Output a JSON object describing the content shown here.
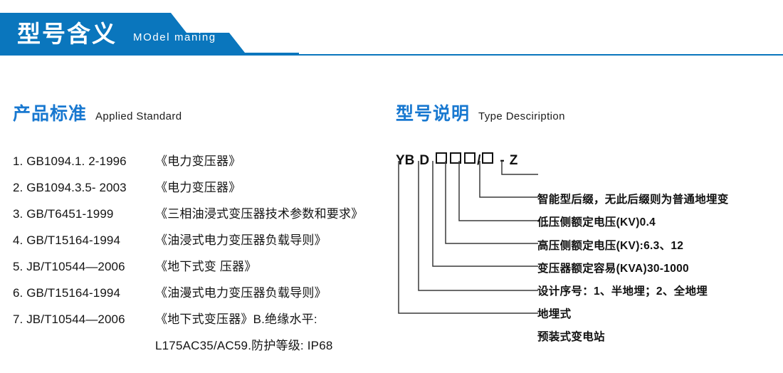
{
  "banner": {
    "title": "型号含义",
    "subtitle": "MOdel maning",
    "accent_color": "#0a76bd"
  },
  "sections": {
    "left": {
      "heading_cn": "产品标准",
      "heading_en": "Applied Standard",
      "heading_color": "#1878d0"
    },
    "right": {
      "heading_cn": "型号说明",
      "heading_en": "Type Desciription",
      "heading_color": "#1878d0"
    }
  },
  "standards": [
    {
      "index": "1.",
      "code": "GB1094.1. 2-1996",
      "name": "《电力变压器》"
    },
    {
      "index": "2.",
      "code": "GB1094.3.5- 2003",
      "name": "《电力变压器》"
    },
    {
      "index": "3.",
      "code": "GB/T6451-1999",
      "name": "《三相油浸式变压器技术参数和要求》"
    },
    {
      "index": "4.",
      "code": "GB/T15164-1994",
      "name": "《油浸式电力变压器负载导则》"
    },
    {
      "index": "5.",
      "code": "JB/T10544—2006",
      "name": "《地下式变 压器》"
    },
    {
      "index": "6.",
      "code": "GB/T15164-1994",
      "name": "《油漫式电力变压器负载导则》"
    },
    {
      "index": "7.",
      "code": "JB/T10544—2006",
      "name": "《地下式变压器》B.绝缘水平:"
    },
    {
      "index": "",
      "code": "",
      "name": "L175AC35/AC59.防护等级: IP68"
    }
  ],
  "model_code": {
    "prefix": "YB",
    "letter": "D",
    "boxes_before_slash": 3,
    "slash": "/",
    "boxes_after_slash": 1,
    "dash": "-",
    "suffix": "Z",
    "full": "YB D □□□/□ - Z"
  },
  "leader_labels": [
    {
      "id": "smart-suffix",
      "text": "智能型后缀，无此后缀则为普通地埋变"
    },
    {
      "id": "lv-voltage",
      "text": "低压侧额定电压(KV)0.4"
    },
    {
      "id": "hv-voltage",
      "text": "高压侧额定电压(KV):6.3、12"
    },
    {
      "id": "rated-capacity",
      "text": "变压器额定容易(KVA)30-1000"
    },
    {
      "id": "design-serial",
      "text": "设计序号：1、半地埋；2、全地埋"
    },
    {
      "id": "buried-type",
      "text": "地埋式"
    },
    {
      "id": "prefab-station",
      "text": "预装式变电站"
    }
  ]
}
